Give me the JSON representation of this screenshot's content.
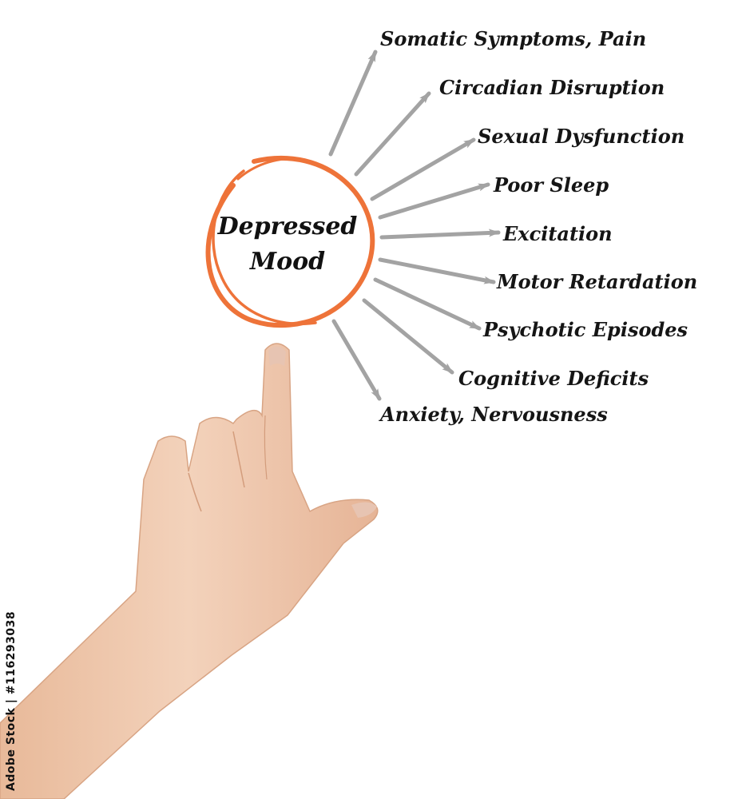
{
  "diagram": {
    "center_label": [
      "Depressed",
      "Mood"
    ],
    "branches": [
      "Somatic Symptoms, Pain",
      "Circadian Disruption",
      "Sexual Dysfunction",
      "Poor Sleep",
      "Excitation",
      "Motor Retardation",
      "Psychotic Episodes",
      "Cognitive Deficits",
      "Anxiety, Nervousness"
    ]
  },
  "colors": {
    "circle": "#ee7339",
    "arrow": "#a3a3a3",
    "skin": "#f0c9ae",
    "text": "#151515"
  },
  "watermark": {
    "stock_id": "Adobe Stock | #116293038"
  }
}
